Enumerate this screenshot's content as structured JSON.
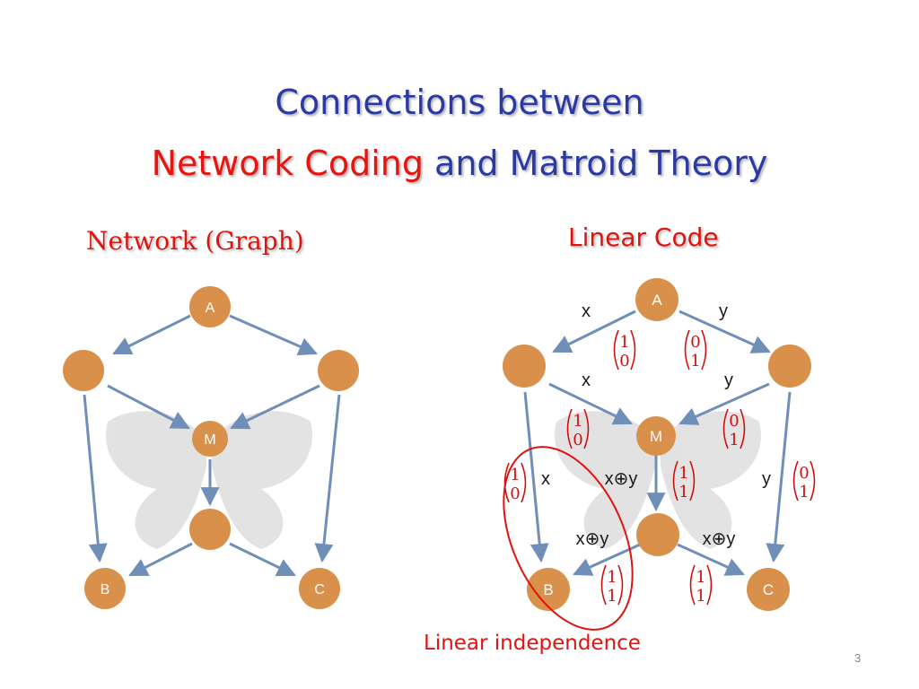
{
  "slide": {
    "title_line1": "Connections between",
    "title_red": "Network Coding",
    "title_rest": " and Matroid Theory",
    "left_heading": "Network (Graph)",
    "right_heading": "Linear Code",
    "caption": "Linear independence",
    "page_number": "3"
  },
  "diagram": {
    "node_labels": {
      "A": "A",
      "M": "M",
      "B": "B",
      "C": "C"
    },
    "edge_labels": {
      "x_top": "x",
      "y_top": "y",
      "x_mid": "x",
      "y_mid": "y",
      "x_left": "x",
      "xy_center": "x⊕y",
      "y_right": "y",
      "xy_bottom_left": "x⊕y",
      "xy_bottom_right": "x⊕y"
    },
    "vectors": {
      "v_a_left": [
        "1",
        "0"
      ],
      "v_a_right": [
        "0",
        "1"
      ],
      "v_m_left": [
        "1",
        "0"
      ],
      "v_m_right": [
        "0",
        "1"
      ],
      "v_left": [
        "1",
        "0"
      ],
      "v_center": [
        "1",
        "1"
      ],
      "v_right": [
        "0",
        "1"
      ],
      "v_bottom_left": [
        "1",
        "1"
      ],
      "v_bottom_right": [
        "1",
        "1"
      ]
    },
    "colors": {
      "node": "#d8904a",
      "arrow": "#6f8fb8",
      "accent": "#e0140f"
    }
  }
}
